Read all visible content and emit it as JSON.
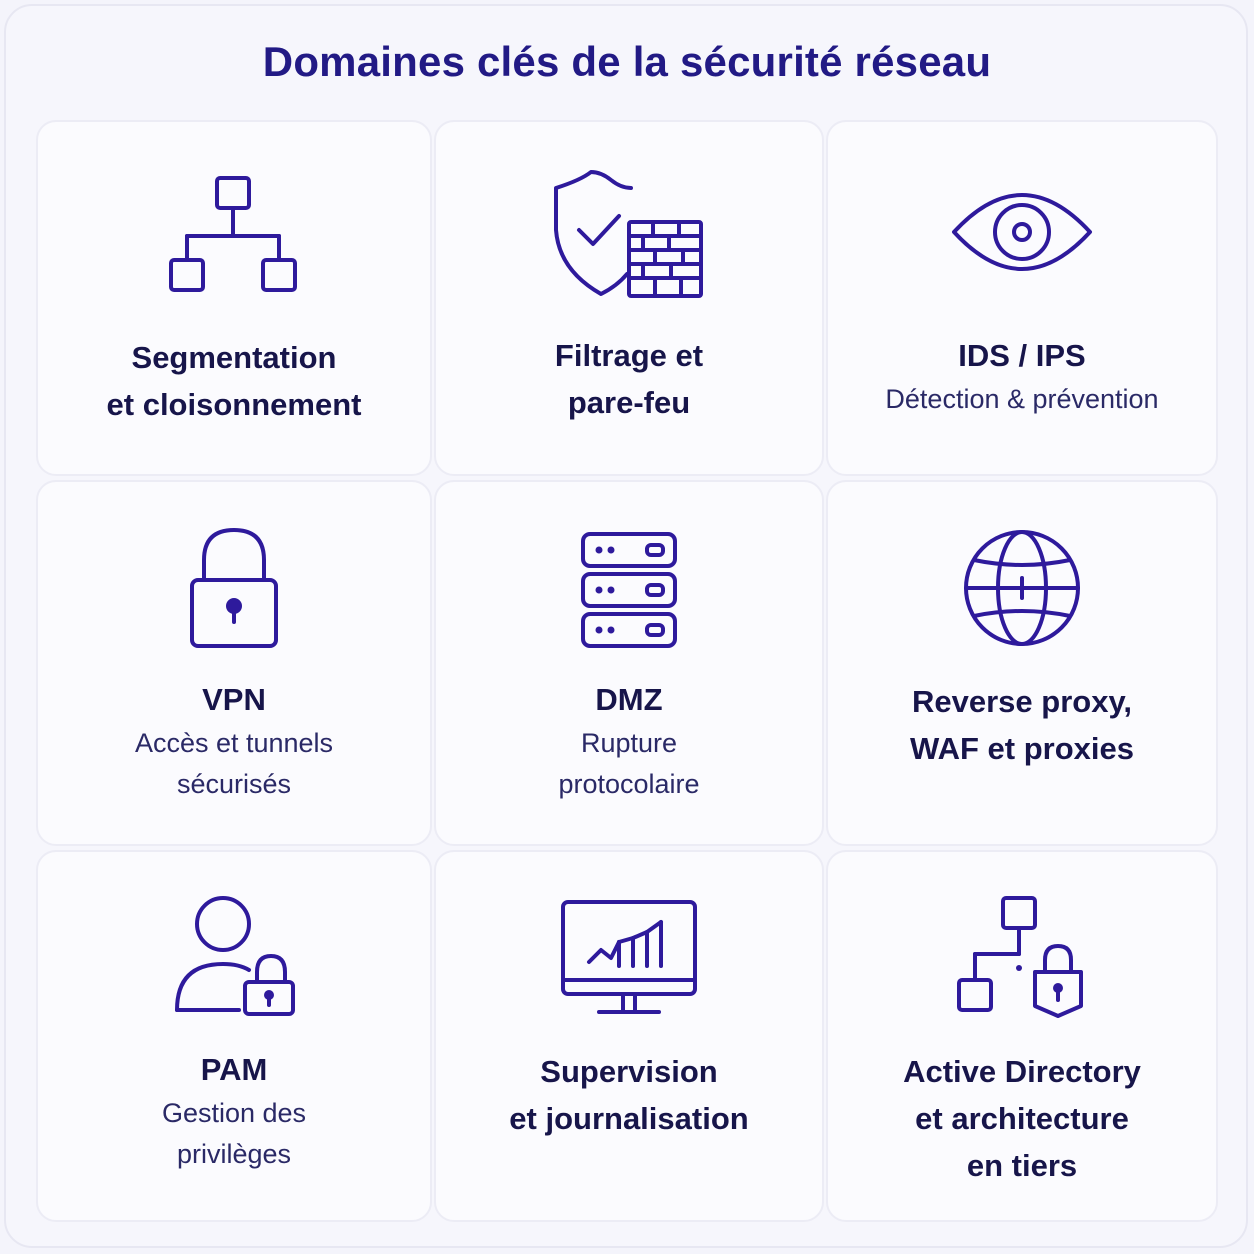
{
  "title": "Domaines clés de la sécurité réseau",
  "accent_color": "#2e1a9c",
  "cards": [
    {
      "icon": "network-hierarchy-icon",
      "heading": [
        "Segmentation",
        "et cloisonnement"
      ],
      "subtitle": []
    },
    {
      "icon": "shield-firewall-icon",
      "heading": [
        "Filtrage et",
        "pare-feu"
      ],
      "subtitle": []
    },
    {
      "icon": "eye-icon",
      "heading": [
        "IDS / IPS"
      ],
      "subtitle": [
        "Détection & prévention"
      ]
    },
    {
      "icon": "padlock-icon",
      "heading": [
        "VPN"
      ],
      "subtitle": [
        "Accès et tunnels",
        "sécurisés"
      ]
    },
    {
      "icon": "server-rack-icon",
      "heading": [
        "DMZ"
      ],
      "subtitle": [
        "Rupture",
        "protocolaire"
      ]
    },
    {
      "icon": "globe-icon",
      "heading": [
        "Reverse proxy,",
        "WAF et proxies"
      ],
      "subtitle": []
    },
    {
      "icon": "user-lock-icon",
      "heading": [
        "PAM"
      ],
      "subtitle": [
        "Gestion des",
        "privilèges"
      ]
    },
    {
      "icon": "monitor-chart-icon",
      "heading": [
        "Supervision",
        "et journalisation"
      ],
      "subtitle": []
    },
    {
      "icon": "directory-lock-icon",
      "heading": [
        "Active Directory",
        "et architecture",
        "en tiers"
      ],
      "subtitle": []
    }
  ]
}
